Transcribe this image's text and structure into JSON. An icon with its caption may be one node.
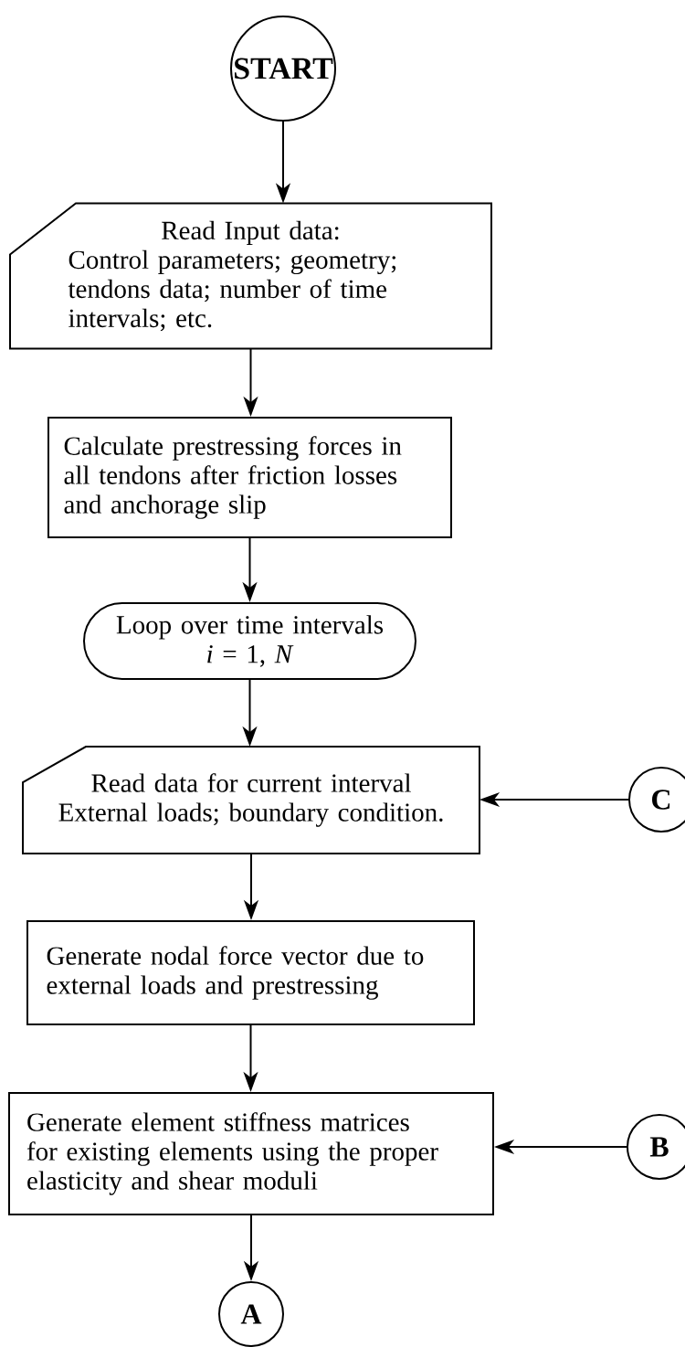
{
  "diagram": {
    "nodes": [
      {
        "text": [
          "START"
        ]
      },
      {
        "text": [
          "Read Input data:",
          "Control parameters; geometry; tendons data; number of time intervals; etc."
        ]
      },
      {
        "text": [
          "Calculate prestressing forces in all tendons after friction losses and anchorage slip"
        ]
      },
      {
        "text": [
          "Loop over time intervals",
          "*i* = 1, *N*"
        ]
      },
      {
        "text": [
          "Read data for current interval External loads; boundary condition."
        ]
      },
      {
        "text": [
          "C"
        ]
      },
      {
        "text": [
          "Generate nodal force vector due to external loads and prestressing"
        ]
      },
      {
        "text": [
          "Generate element stiffness matrices for existing elements using the proper elasticity and shear moduli"
        ]
      },
      {
        "text": [
          "B"
        ]
      },
      {
        "text": [
          "A"
        ]
      }
    ],
    "edges": [
      {
        "from": 0,
        "to": 1,
        "arrow": "to"
      },
      {
        "from": 1,
        "to": 2,
        "arrow": "to"
      },
      {
        "from": 2,
        "to": 3,
        "arrow": "to"
      },
      {
        "from": 3,
        "to": 4,
        "arrow": "to"
      },
      {
        "from": 5,
        "to": 4,
        "arrow": "to"
      },
      {
        "from": 4,
        "to": 6,
        "arrow": "to"
      },
      {
        "from": 6,
        "to": 7,
        "arrow": "to"
      },
      {
        "from": 8,
        "to": 7,
        "arrow": "to"
      },
      {
        "from": 7,
        "to": 9,
        "arrow": "to"
      }
    ]
  }
}
